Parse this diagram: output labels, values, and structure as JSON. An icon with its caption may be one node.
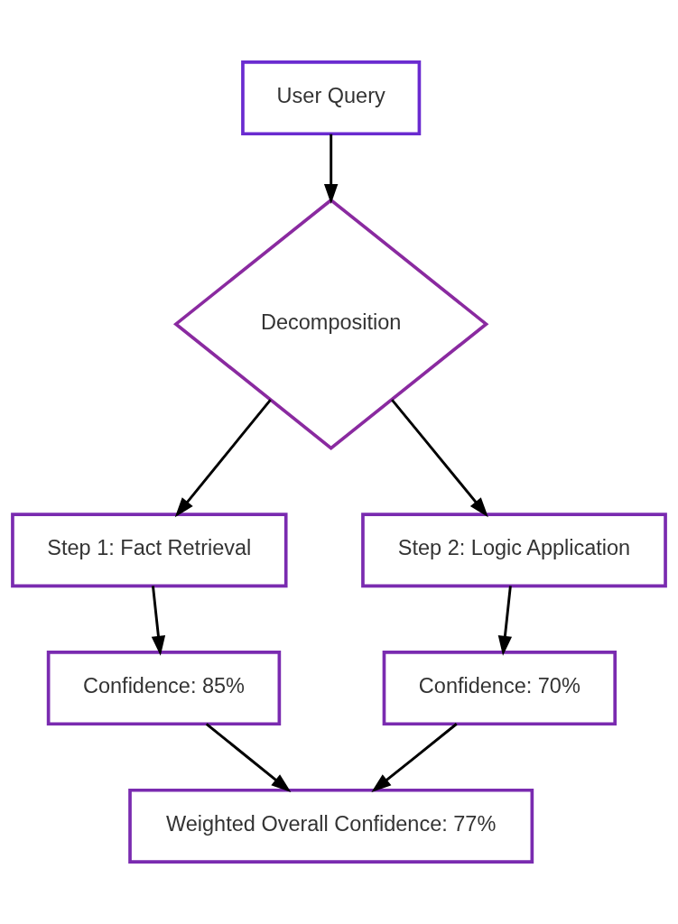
{
  "diagram": {
    "nodes": [
      {
        "text": [
          "User Query"
        ]
      },
      {
        "text": [
          "Decomposition"
        ]
      },
      {
        "text": [
          "Step 1: Fact Retrieval"
        ]
      },
      {
        "text": [
          "Step 2: Logic Application"
        ]
      },
      {
        "text": [
          "Confidence: 85%"
        ]
      },
      {
        "text": [
          "Confidence: 70%"
        ]
      },
      {
        "text": [
          "Weighted Overall Confidence: 77%"
        ]
      }
    ],
    "edges": [
      {
        "from": 0,
        "to": 1,
        "arrow": "to"
      },
      {
        "from": 1,
        "to": 2,
        "arrow": "to"
      },
      {
        "from": 1,
        "to": 3,
        "arrow": "to"
      },
      {
        "from": 2,
        "to": 4,
        "arrow": "to"
      },
      {
        "from": 3,
        "to": 5,
        "arrow": "to"
      },
      {
        "from": 4,
        "to": 6,
        "arrow": "to"
      },
      {
        "from": 5,
        "to": 6,
        "arrow": "to"
      }
    ]
  }
}
